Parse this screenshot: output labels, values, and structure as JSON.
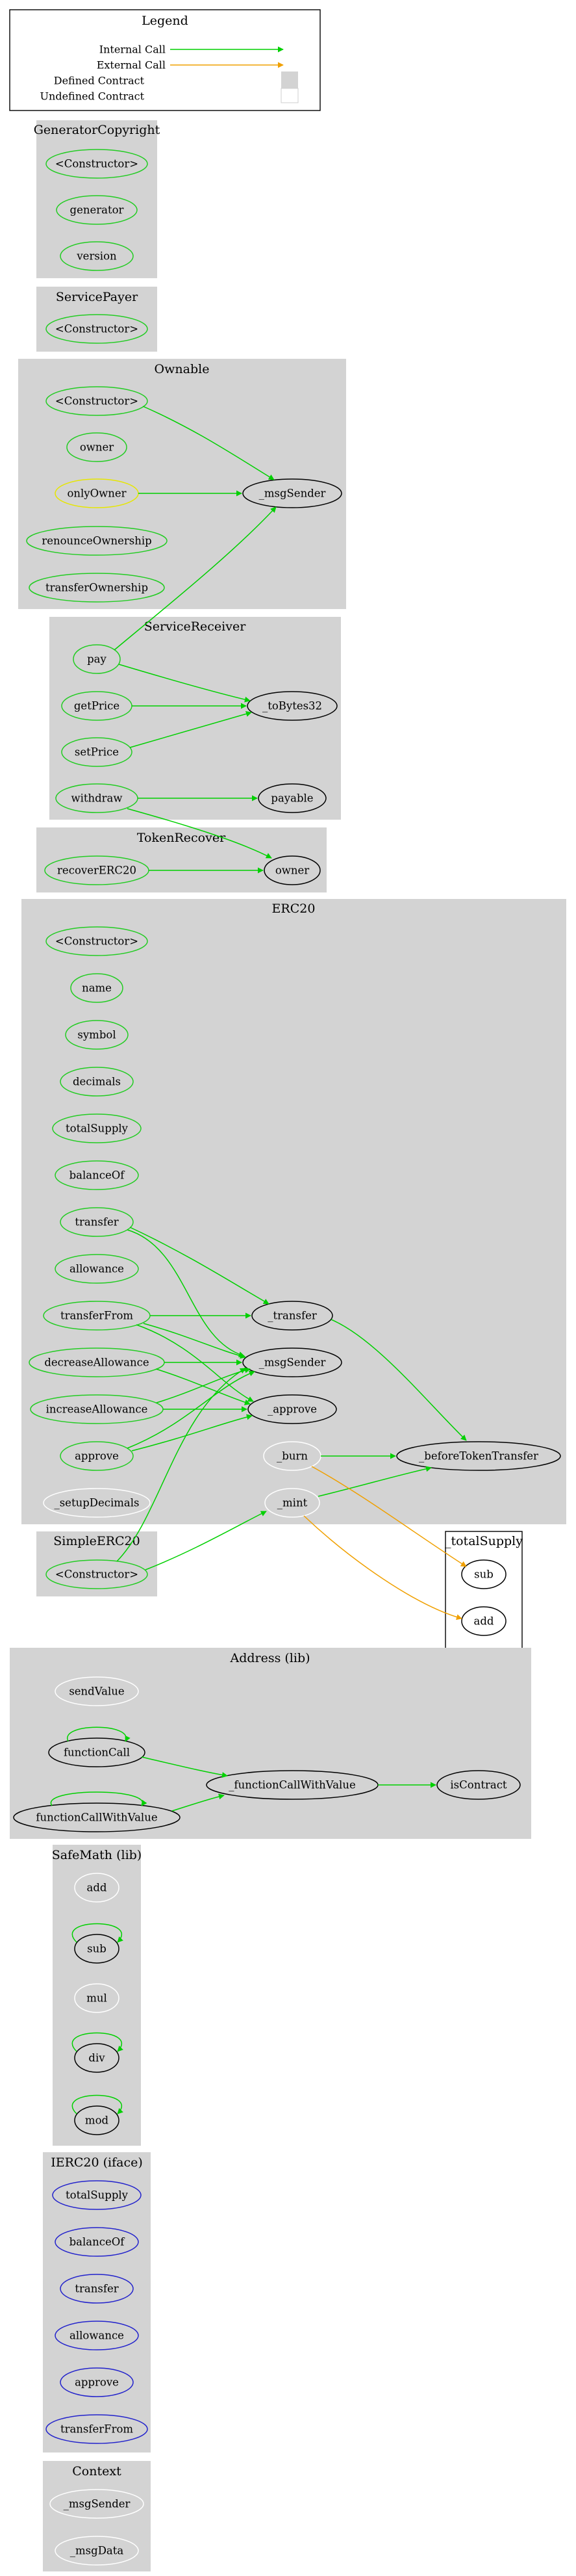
{
  "legend": {
    "title": "Legend",
    "items": [
      "Internal Call",
      "External Call",
      "Defined Contract",
      "Undefined Contract"
    ]
  },
  "colors": {
    "internal_call": "#00d000",
    "external_call": "#f0a000",
    "defined_contract_fill": "#d3d3d3",
    "undefined_contract_fill": "#ffffff",
    "public_function_outline": "#22cc22",
    "modifier_outline": "#e6e600",
    "interface_function_outline": "#2222cc",
    "internal_function_outline": "#000000",
    "undefined_function_outline": "#ffffff"
  },
  "clusters": {
    "generator_copyright": {
      "title": "GeneratorCopyright",
      "functions": [
        "<Constructor>",
        "generator",
        "version"
      ]
    },
    "service_payer": {
      "title": "ServicePayer",
      "functions": [
        "<Constructor>"
      ]
    },
    "ownable": {
      "title": "Ownable",
      "functions": [
        "<Constructor>",
        "owner",
        "onlyOwner",
        "renounceOwnership",
        "transferOwnership",
        "_msgSender"
      ]
    },
    "service_receiver": {
      "title": "ServiceReceiver",
      "functions": [
        "pay",
        "getPrice",
        "setPrice",
        "withdraw",
        "_toBytes32",
        "payable"
      ]
    },
    "token_recover": {
      "title": "TokenRecover",
      "functions": [
        "recoverERC20",
        "owner"
      ]
    },
    "erc20": {
      "title": "ERC20",
      "functions": [
        "<Constructor>",
        "name",
        "symbol",
        "decimals",
        "totalSupply",
        "balanceOf",
        "transfer",
        "allowance",
        "transferFrom",
        "decreaseAllowance",
        "increaseAllowance",
        "approve",
        "_setupDecimals",
        "_transfer",
        "_msgSender",
        "_approve",
        "_burn",
        "_mint",
        "_beforeTokenTransfer"
      ]
    },
    "simple_erc20": {
      "title": "SimpleERC20",
      "functions": [
        "<Constructor>"
      ]
    },
    "total_supply": {
      "title": "_totalSupply",
      "functions": [
        "sub",
        "add"
      ]
    },
    "address_lib": {
      "title": "Address  (lib)",
      "functions": [
        "sendValue",
        "functionCall",
        "functionCallWithValue",
        "_functionCallWithValue",
        "isContract"
      ]
    },
    "safemath_lib": {
      "title": "SafeMath  (lib)",
      "functions": [
        "add",
        "sub",
        "mul",
        "div",
        "mod"
      ]
    },
    "ierc20_iface": {
      "title": "IERC20  (iface)",
      "functions": [
        "totalSupply",
        "balanceOf",
        "transfer",
        "allowance",
        "approve",
        "transferFrom"
      ]
    },
    "context": {
      "title": "Context",
      "functions": [
        "_msgSender",
        "_msgData"
      ]
    }
  }
}
